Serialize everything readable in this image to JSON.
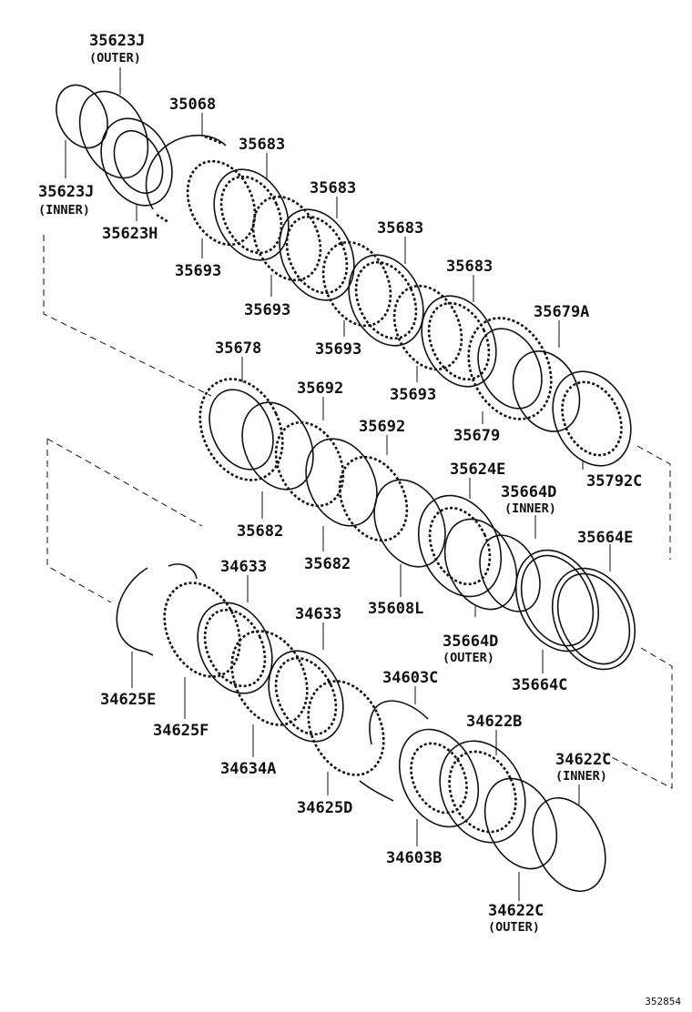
{
  "reference_number": "352854",
  "callouts": [
    {
      "id": "c35623J_outer",
      "number": "35623J",
      "qualifier": "(OUTER)"
    },
    {
      "id": "c35068",
      "number": "35068",
      "qualifier": ""
    },
    {
      "id": "c35623J_inner",
      "number": "35623J",
      "qualifier": "(INNER)"
    },
    {
      "id": "c35683_a",
      "number": "35683",
      "qualifier": ""
    },
    {
      "id": "c35623H",
      "number": "35623H",
      "qualifier": ""
    },
    {
      "id": "c35683_b",
      "number": "35683",
      "qualifier": ""
    },
    {
      "id": "c35693_a",
      "number": "35693",
      "qualifier": ""
    },
    {
      "id": "c35683_c",
      "number": "35683",
      "qualifier": ""
    },
    {
      "id": "c35693_b",
      "number": "35693",
      "qualifier": ""
    },
    {
      "id": "c35683_d",
      "number": "35683",
      "qualifier": ""
    },
    {
      "id": "c35693_c",
      "number": "35693",
      "qualifier": ""
    },
    {
      "id": "c35679A",
      "number": "35679A",
      "qualifier": ""
    },
    {
      "id": "c35678",
      "number": "35678",
      "qualifier": ""
    },
    {
      "id": "c35693_d",
      "number": "35693",
      "qualifier": ""
    },
    {
      "id": "c35692_a",
      "number": "35692",
      "qualifier": ""
    },
    {
      "id": "c35679",
      "number": "35679",
      "qualifier": ""
    },
    {
      "id": "c35692_b",
      "number": "35692",
      "qualifier": ""
    },
    {
      "id": "c35792C",
      "number": "35792C",
      "qualifier": ""
    },
    {
      "id": "c35624E",
      "number": "35624E",
      "qualifier": ""
    },
    {
      "id": "c35664D_inner",
      "number": "35664D",
      "qualifier": "(INNER)"
    },
    {
      "id": "c35682_a",
      "number": "35682",
      "qualifier": ""
    },
    {
      "id": "c35664E",
      "number": "35664E",
      "qualifier": ""
    },
    {
      "id": "c35682_b",
      "number": "35682",
      "qualifier": ""
    },
    {
      "id": "c34633_a",
      "number": "34633",
      "qualifier": ""
    },
    {
      "id": "c35608L",
      "number": "35608L",
      "qualifier": ""
    },
    {
      "id": "c34633_b",
      "number": "34633",
      "qualifier": ""
    },
    {
      "id": "c35664D_outer",
      "number": "35664D",
      "qualifier": "(OUTER)"
    },
    {
      "id": "c34603C",
      "number": "34603C",
      "qualifier": ""
    },
    {
      "id": "c35664C",
      "number": "35664C",
      "qualifier": ""
    },
    {
      "id": "c34625E",
      "number": "34625E",
      "qualifier": ""
    },
    {
      "id": "c34625F",
      "number": "34625F",
      "qualifier": ""
    },
    {
      "id": "c34622B",
      "number": "34622B",
      "qualifier": ""
    },
    {
      "id": "c34634A",
      "number": "34634A",
      "qualifier": ""
    },
    {
      "id": "c34622C_inner",
      "number": "34622C",
      "qualifier": "(INNER)"
    },
    {
      "id": "c34625D",
      "number": "34625D",
      "qualifier": ""
    },
    {
      "id": "c34603B",
      "number": "34603B",
      "qualifier": ""
    },
    {
      "id": "c34622C_outer",
      "number": "34622C",
      "qualifier": "(OUTER)"
    }
  ]
}
